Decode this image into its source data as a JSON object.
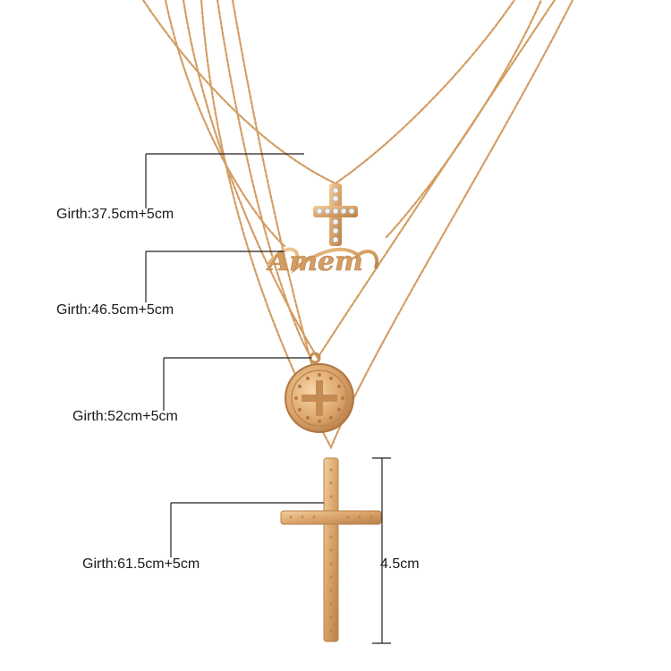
{
  "labels": {
    "girth_1": "Girth:37.5cm+5cm",
    "girth_2": "Girth:46.5cm+5cm",
    "girth_3": "Girth:52cm+5cm",
    "girth_4": "Girth:61.5cm+5cm",
    "cross_height": "4.5cm"
  },
  "pendant_text": "Amem",
  "colors": {
    "background": "#ffffff",
    "gold": "#d9a36a",
    "gold_dark": "#b8804a",
    "gold_light": "#f3cf9c",
    "dimension_line": "#222222",
    "rhinestone": "#e9eef2"
  }
}
